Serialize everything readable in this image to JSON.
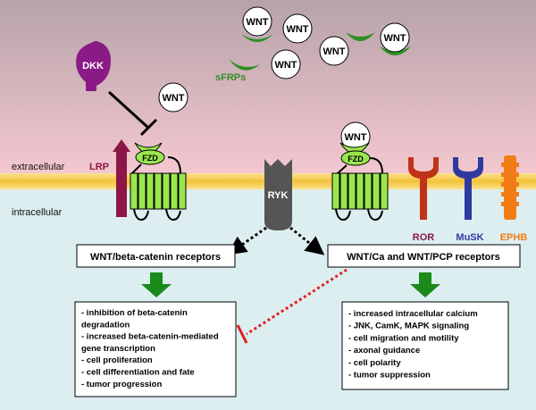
{
  "compartments": {
    "extracellular": "extracellular",
    "intracellular": "intracellular"
  },
  "ligand": "WNT",
  "inhibitors": {
    "dkk": "DKK",
    "sfrps": "sFRPs"
  },
  "receptors": {
    "lrp": "LRP",
    "fzd": "FZD",
    "ryk": "RYK",
    "ror": "ROR",
    "musk": "MuSK",
    "ephb": "EPHB"
  },
  "pathways": {
    "canonical": {
      "title": "WNT/beta-catenin receptors",
      "effects": [
        [
          "- inhibition of beta-catenin",
          "  degradation"
        ],
        [
          "- increased beta-catenin-mediated",
          "  gene transcription"
        ],
        [
          "- cell proliferation"
        ],
        [
          "- cell differentiation and fate"
        ],
        [
          "- tumor progression"
        ]
      ]
    },
    "noncanonical": {
      "title": "WNT/Ca and WNT/PCP receptors",
      "effects": [
        [
          "- increased intracellular calcium"
        ],
        [
          "- JNK, CamK, MAPK signaling"
        ],
        [
          "- cell migration and motility"
        ],
        [
          "- axonal guidance"
        ],
        [
          "- cell polarity"
        ],
        [
          "- tumor suppression"
        ]
      ]
    }
  },
  "colors": {
    "extracellular_top": "#b9a3aa",
    "extracellular_bottom": "#f3c7cf",
    "membrane": "#f6c844",
    "intracellular": "#dceef0",
    "fzd": "#99e64d",
    "sfrp": "#2f8f25",
    "dkk": "#8a1a86",
    "lrp": "#8c1747",
    "ryk": "#555555",
    "ror": "#c0321a",
    "musk": "#2f3aa0",
    "ephb": "#f17c16",
    "arrow": "#1a8a1a",
    "inhibit": "#e02020"
  }
}
